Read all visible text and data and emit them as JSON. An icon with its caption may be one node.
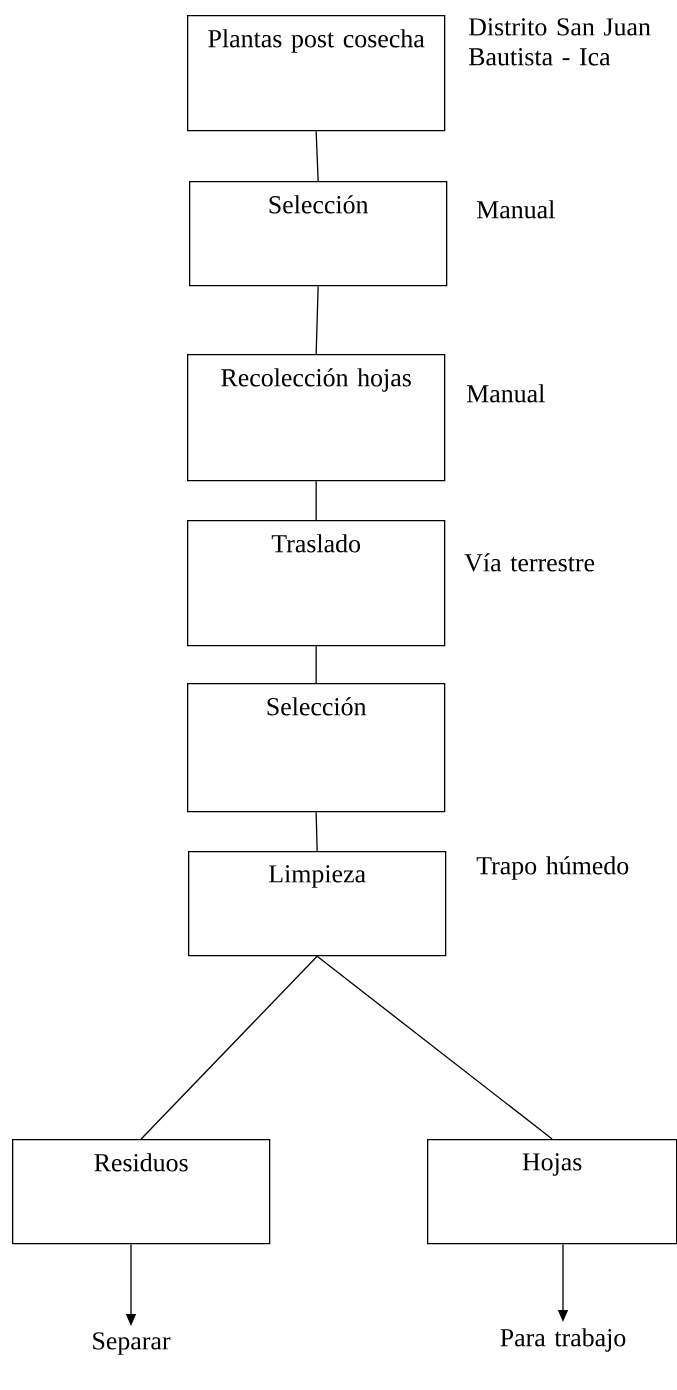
{
  "diagram": {
    "nodes": [
      {
        "text": [
          "Plantas post cosecha"
        ],
        "beside": [
          "Distrito San Juan Bautista - Ica"
        ]
      },
      {
        "text": [
          "Selección"
        ],
        "beside": [
          "Manual"
        ]
      },
      {
        "text": [
          "Recolección hojas"
        ],
        "beside": [
          "Manual"
        ]
      },
      {
        "text": [
          "Traslado"
        ],
        "beside": [
          "Vía terrestre"
        ]
      },
      {
        "text": [
          "Selección"
        ]
      },
      {
        "text": [
          "Limpieza"
        ],
        "beside": [
          "Trapo húmedo"
        ]
      },
      {
        "text": [
          "Residuos"
        ]
      },
      {
        "text": [
          "Hojas"
        ]
      },
      {
        "text": [
          "Separar"
        ]
      },
      {
        "text": [
          "Para trabajo"
        ]
      }
    ],
    "edges": [
      {
        "from": 0,
        "to": 1,
        "arrow": "none"
      },
      {
        "from": 1,
        "to": 2,
        "arrow": "none"
      },
      {
        "from": 2,
        "to": 3,
        "arrow": "none"
      },
      {
        "from": 3,
        "to": 4,
        "arrow": "none"
      },
      {
        "from": 4,
        "to": 5,
        "arrow": "none"
      },
      {
        "from": 5,
        "to": 6,
        "arrow": "none"
      },
      {
        "from": 5,
        "to": 7,
        "arrow": "none"
      },
      {
        "from": 6,
        "to": 8,
        "arrow": "to"
      },
      {
        "from": 7,
        "to": 9,
        "arrow": "to"
      }
    ]
  }
}
